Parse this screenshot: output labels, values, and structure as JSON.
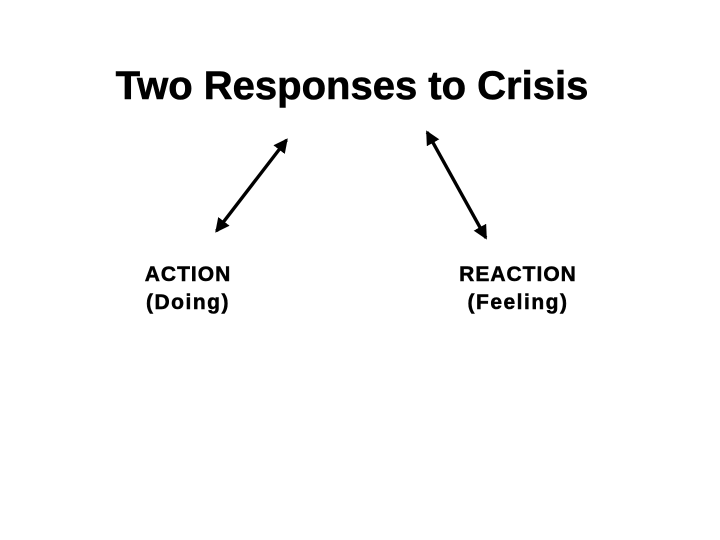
{
  "colors": {
    "background": "#ffffff",
    "foreground": "#000000"
  },
  "slide": {
    "title": "Two Responses to Crisis",
    "nodes": [
      {
        "id": "action",
        "label": "ACTION",
        "sublabel": "(Doing)"
      },
      {
        "id": "reaction",
        "label": "REACTION",
        "sublabel": "(Feeling)"
      }
    ],
    "connectors": [
      {
        "from": "title",
        "to": "action",
        "type": "double-headed-arrow"
      },
      {
        "from": "title",
        "to": "reaction",
        "type": "double-headed-arrow"
      }
    ]
  }
}
